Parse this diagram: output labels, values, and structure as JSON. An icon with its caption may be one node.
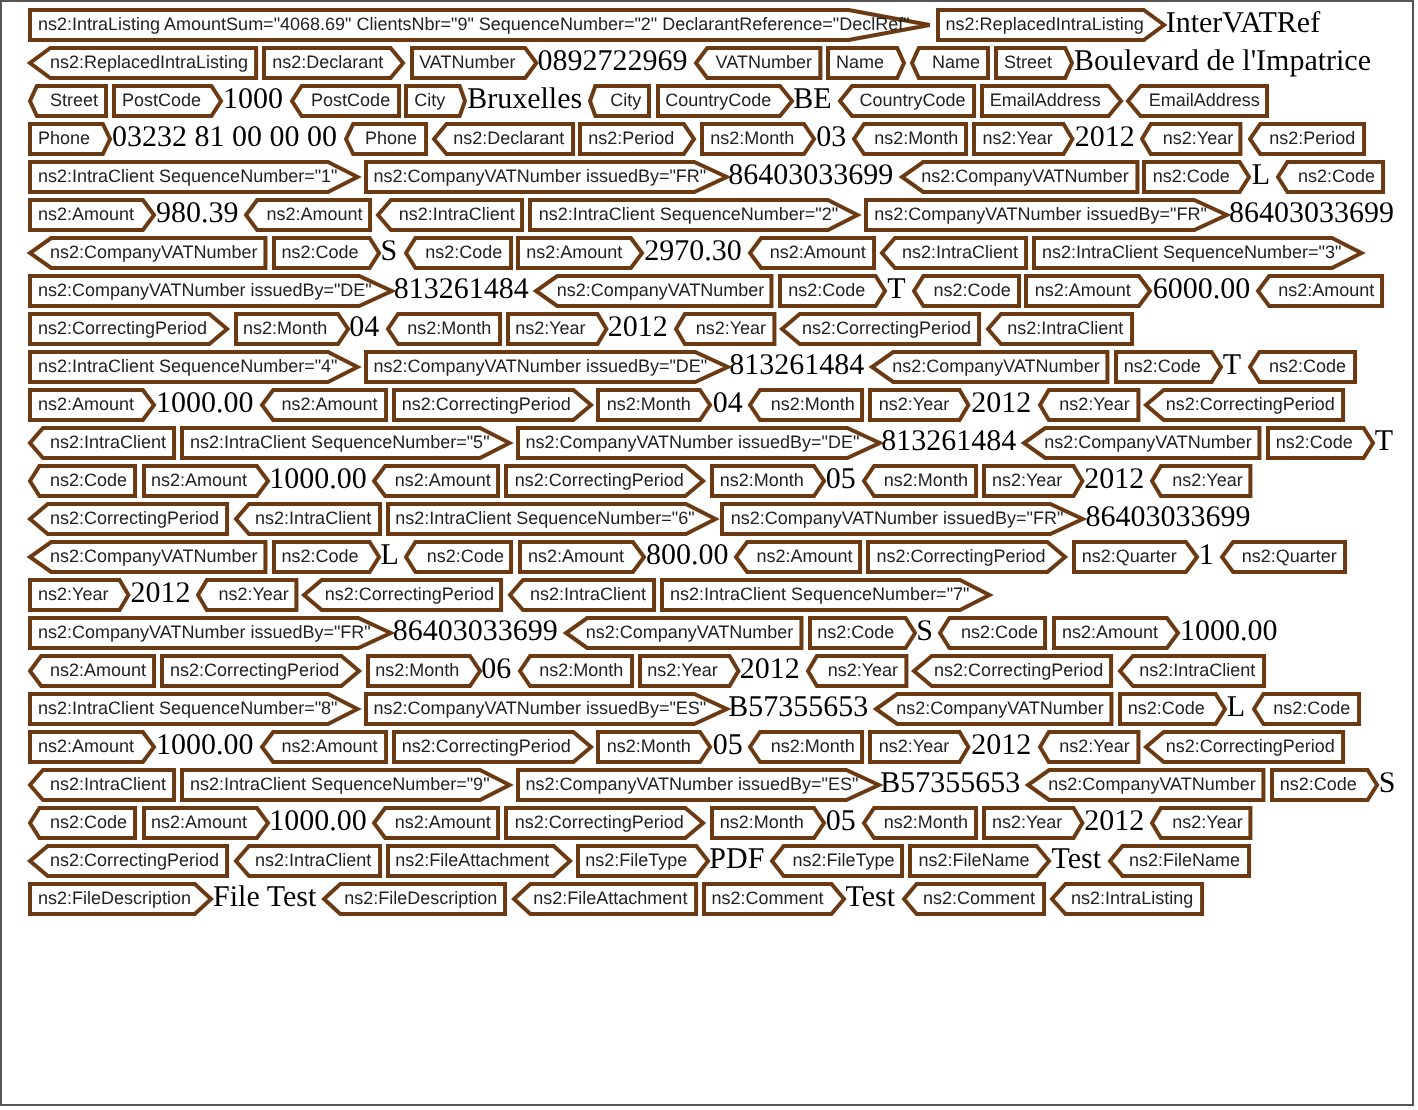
{
  "diagram": {
    "nodes": [
      {
        "text": [
          "ns2:IntraListing AmountSum=\"4068.69\" ClientsNbr=\"9\" SequenceNumber=\"2\" DeclarantReference=\"DeclRef\""
        ]
      },
      {
        "text": [
          "ns2:ReplacedIntraListing"
        ],
        "beside": [
          "InterVATRef"
        ]
      },
      {
        "text": [
          "ns2:ReplacedIntraListing"
        ]
      },
      {
        "text": [
          "ns2:Declarant"
        ]
      },
      {
        "text": [
          "VATNumber"
        ],
        "beside": [
          "0892722969"
        ]
      },
      {
        "text": [
          "VATNumber"
        ]
      },
      {
        "text": [
          "Name"
        ]
      },
      {
        "text": [
          "Name"
        ]
      },
      {
        "text": [
          "Street"
        ],
        "beside": [
          "Boulevard de l'Impatrice"
        ]
      },
      {
        "text": [
          "Street"
        ]
      },
      {
        "text": [
          "PostCode"
        ],
        "beside": [
          "1000"
        ]
      },
      {
        "text": [
          "PostCode"
        ]
      },
      {
        "text": [
          "City"
        ],
        "beside": [
          "Bruxelles"
        ]
      },
      {
        "text": [
          "City"
        ]
      },
      {
        "text": [
          "CountryCode"
        ],
        "beside": [
          "BE"
        ]
      },
      {
        "text": [
          "CountryCode"
        ]
      },
      {
        "text": [
          "EmailAddress"
        ]
      },
      {
        "text": [
          "EmailAddress"
        ]
      },
      {
        "text": [
          "Phone"
        ],
        "beside": [
          "03232 81 00 00 00"
        ]
      },
      {
        "text": [
          "Phone"
        ]
      },
      {
        "text": [
          "ns2:Declarant"
        ]
      },
      {
        "text": [
          "ns2:Period"
        ]
      },
      {
        "text": [
          "ns2:Month"
        ],
        "beside": [
          "03"
        ]
      },
      {
        "text": [
          "ns2:Month"
        ]
      },
      {
        "text": [
          "ns2:Year"
        ],
        "beside": [
          "2012"
        ]
      },
      {
        "text": [
          "ns2:Year"
        ]
      },
      {
        "text": [
          "ns2:Period"
        ]
      },
      {
        "text": [
          "ns2:IntraClient SequenceNumber=\"1\""
        ]
      },
      {
        "text": [
          "ns2:CompanyVATNumber issuedBy=\"FR\""
        ],
        "beside": [
          "86403033699"
        ]
      },
      {
        "text": [
          "ns2:CompanyVATNumber"
        ]
      },
      {
        "text": [
          "ns2:Code"
        ],
        "beside": [
          "L"
        ]
      },
      {
        "text": [
          "ns2:Code"
        ]
      },
      {
        "text": [
          "ns2:Amount"
        ],
        "beside": [
          "980.39"
        ]
      },
      {
        "text": [
          "ns2:Amount"
        ]
      },
      {
        "text": [
          "ns2:IntraClient"
        ]
      },
      {
        "text": [
          "ns2:IntraClient SequenceNumber=\"2\""
        ]
      },
      {
        "text": [
          "ns2:CompanyVATNumber issuedBy=\"FR\""
        ],
        "beside": [
          "86403033699"
        ]
      },
      {
        "text": [
          "ns2:CompanyVATNumber"
        ]
      },
      {
        "text": [
          "ns2:Code"
        ],
        "beside": [
          "S"
        ]
      },
      {
        "text": [
          "ns2:Code"
        ]
      },
      {
        "text": [
          "ns2:Amount"
        ],
        "beside": [
          "2970.30"
        ]
      },
      {
        "text": [
          "ns2:Amount"
        ]
      },
      {
        "text": [
          "ns2:IntraClient"
        ]
      },
      {
        "text": [
          "ns2:IntraClient SequenceNumber=\"3\""
        ]
      },
      {
        "text": [
          "ns2:CompanyVATNumber issuedBy=\"DE\""
        ],
        "beside": [
          "813261484"
        ]
      },
      {
        "text": [
          "ns2:CompanyVATNumber"
        ]
      },
      {
        "text": [
          "ns2:Code"
        ],
        "beside": [
          "T"
        ]
      },
      {
        "text": [
          "ns2:Code"
        ]
      },
      {
        "text": [
          "ns2:Amount"
        ],
        "beside": [
          "6000.00"
        ]
      },
      {
        "text": [
          "ns2:Amount"
        ]
      },
      {
        "text": [
          "ns2:CorrectingPeriod"
        ]
      },
      {
        "text": [
          "ns2:Month"
        ],
        "beside": [
          "04"
        ]
      },
      {
        "text": [
          "ns2:Month"
        ]
      },
      {
        "text": [
          "ns2:Year"
        ],
        "beside": [
          "2012"
        ]
      },
      {
        "text": [
          "ns2:Year"
        ]
      },
      {
        "text": [
          "ns2:CorrectingPeriod"
        ]
      },
      {
        "text": [
          "ns2:IntraClient"
        ]
      },
      {
        "text": [
          "ns2:IntraClient SequenceNumber=\"4\""
        ]
      },
      {
        "text": [
          "ns2:CompanyVATNumber issuedBy=\"DE\""
        ],
        "beside": [
          "813261484"
        ]
      },
      {
        "text": [
          "ns2:CompanyVATNumber"
        ]
      },
      {
        "text": [
          "ns2:Code"
        ],
        "beside": [
          "T"
        ]
      },
      {
        "text": [
          "ns2:Code"
        ]
      },
      {
        "text": [
          "ns2:Amount"
        ],
        "beside": [
          "1000.00"
        ]
      },
      {
        "text": [
          "ns2:Amount"
        ]
      },
      {
        "text": [
          "ns2:CorrectingPeriod"
        ]
      },
      {
        "text": [
          "ns2:Month"
        ],
        "beside": [
          "04"
        ]
      },
      {
        "text": [
          "ns2:Month"
        ]
      },
      {
        "text": [
          "ns2:Year"
        ],
        "beside": [
          "2012"
        ]
      },
      {
        "text": [
          "ns2:Year"
        ]
      },
      {
        "text": [
          "ns2:CorrectingPeriod"
        ]
      },
      {
        "text": [
          "ns2:IntraClient"
        ]
      },
      {
        "text": [
          "ns2:IntraClient SequenceNumber=\"5\""
        ]
      },
      {
        "text": [
          "ns2:CompanyVATNumber issuedBy=\"DE\""
        ],
        "beside": [
          "813261484"
        ]
      },
      {
        "text": [
          "ns2:CompanyVATNumber"
        ]
      },
      {
        "text": [
          "ns2:Code"
        ],
        "beside": [
          "T"
        ]
      },
      {
        "text": [
          "ns2:Code"
        ]
      },
      {
        "text": [
          "ns2:Amount"
        ],
        "beside": [
          "1000.00"
        ]
      },
      {
        "text": [
          "ns2:Amount"
        ]
      },
      {
        "text": [
          "ns2:CorrectingPeriod"
        ]
      },
      {
        "text": [
          "ns2:Month"
        ],
        "beside": [
          "05"
        ]
      },
      {
        "text": [
          "ns2:Month"
        ]
      },
      {
        "text": [
          "ns2:Year"
        ],
        "beside": [
          "2012"
        ]
      },
      {
        "text": [
          "ns2:Year"
        ]
      },
      {
        "text": [
          "ns2:CorrectingPeriod"
        ]
      },
      {
        "text": [
          "ns2:IntraClient"
        ]
      },
      {
        "text": [
          "ns2:IntraClient SequenceNumber=\"6\""
        ]
      },
      {
        "text": [
          "ns2:CompanyVATNumber issuedBy=\"FR\""
        ],
        "beside": [
          "86403033699"
        ]
      },
      {
        "text": [
          "ns2:CompanyVATNumber"
        ]
      },
      {
        "text": [
          "ns2:Code"
        ],
        "beside": [
          "L"
        ]
      },
      {
        "text": [
          "ns2:Code"
        ]
      },
      {
        "text": [
          "ns2:Amount"
        ],
        "beside": [
          "800.00"
        ]
      },
      {
        "text": [
          "ns2:Amount"
        ]
      },
      {
        "text": [
          "ns2:CorrectingPeriod"
        ]
      },
      {
        "text": [
          "ns2:Quarter"
        ],
        "beside": [
          "1"
        ]
      },
      {
        "text": [
          "ns2:Quarter"
        ]
      },
      {
        "text": [
          "ns2:Year"
        ],
        "beside": [
          "2012"
        ]
      },
      {
        "text": [
          "ns2:Year"
        ]
      },
      {
        "text": [
          "ns2:CorrectingPeriod"
        ]
      },
      {
        "text": [
          "ns2:IntraClient"
        ]
      },
      {
        "text": [
          "ns2:IntraClient SequenceNumber=\"7\""
        ]
      },
      {
        "text": [
          "ns2:CompanyVATNumber issuedBy=\"FR\""
        ],
        "beside": [
          "86403033699"
        ]
      },
      {
        "text": [
          "ns2:CompanyVATNumber"
        ]
      },
      {
        "text": [
          "ns2:Code"
        ],
        "beside": [
          "S"
        ]
      },
      {
        "text": [
          "ns2:Code"
        ]
      },
      {
        "text": [
          "ns2:Amount"
        ],
        "beside": [
          "1000.00"
        ]
      },
      {
        "text": [
          "ns2:Amount"
        ]
      },
      {
        "text": [
          "ns2:CorrectingPeriod"
        ]
      },
      {
        "text": [
          "ns2:Month"
        ],
        "beside": [
          "06"
        ]
      },
      {
        "text": [
          "ns2:Month"
        ]
      },
      {
        "text": [
          "ns2:Year"
        ],
        "beside": [
          "2012"
        ]
      },
      {
        "text": [
          "ns2:Year"
        ]
      },
      {
        "text": [
          "ns2:CorrectingPeriod"
        ]
      },
      {
        "text": [
          "ns2:IntraClient"
        ]
      },
      {
        "text": [
          "ns2:IntraClient SequenceNumber=\"8\""
        ]
      },
      {
        "text": [
          "ns2:CompanyVATNumber issuedBy=\"ES\""
        ],
        "beside": [
          "B57355653"
        ]
      },
      {
        "text": [
          "ns2:CompanyVATNumber"
        ]
      },
      {
        "text": [
          "ns2:Code"
        ],
        "beside": [
          "L"
        ]
      },
      {
        "text": [
          "ns2:Code"
        ]
      },
      {
        "text": [
          "ns2:Amount"
        ],
        "beside": [
          "1000.00"
        ]
      },
      {
        "text": [
          "ns2:Amount"
        ]
      },
      {
        "text": [
          "ns2:CorrectingPeriod"
        ]
      },
      {
        "text": [
          "ns2:Month"
        ],
        "beside": [
          "05"
        ]
      },
      {
        "text": [
          "ns2:Month"
        ]
      },
      {
        "text": [
          "ns2:Year"
        ],
        "beside": [
          "2012"
        ]
      },
      {
        "text": [
          "ns2:Year"
        ]
      },
      {
        "text": [
          "ns2:CorrectingPeriod"
        ]
      },
      {
        "text": [
          "ns2:IntraClient"
        ]
      },
      {
        "text": [
          "ns2:IntraClient SequenceNumber=\"9\""
        ]
      },
      {
        "text": [
          "ns2:CompanyVATNumber issuedBy=\"ES\""
        ],
        "beside": [
          "B57355653"
        ]
      },
      {
        "text": [
          "ns2:CompanyVATNumber"
        ]
      },
      {
        "text": [
          "ns2:Code"
        ],
        "beside": [
          "S"
        ]
      },
      {
        "text": [
          "ns2:Code"
        ]
      },
      {
        "text": [
          "ns2:Amount"
        ],
        "beside": [
          "1000.00"
        ]
      },
      {
        "text": [
          "ns2:Amount"
        ]
      },
      {
        "text": [
          "ns2:CorrectingPeriod"
        ]
      },
      {
        "text": [
          "ns2:Month"
        ],
        "beside": [
          "05"
        ]
      },
      {
        "text": [
          "ns2:Month"
        ]
      },
      {
        "text": [
          "ns2:Year"
        ],
        "beside": [
          "2012"
        ]
      },
      {
        "text": [
          "ns2:Year"
        ]
      },
      {
        "text": [
          "ns2:CorrectingPeriod"
        ]
      },
      {
        "text": [
          "ns2:IntraClient"
        ]
      },
      {
        "text": [
          "ns2:FileAttachment"
        ]
      },
      {
        "text": [
          "ns2:FileType"
        ],
        "beside": [
          "PDF"
        ]
      },
      {
        "text": [
          "ns2:FileType"
        ]
      },
      {
        "text": [
          "ns2:FileName"
        ],
        "beside": [
          "Test"
        ]
      },
      {
        "text": [
          "ns2:FileName"
        ]
      },
      {
        "text": [
          "ns2:FileDescription"
        ],
        "beside": [
          "File Test"
        ]
      },
      {
        "text": [
          "ns2:FileDescription"
        ]
      },
      {
        "text": [
          "ns2:FileAttachment"
        ]
      },
      {
        "text": [
          "ns2:Comment"
        ],
        "beside": [
          "Test"
        ]
      },
      {
        "text": [
          "ns2:Comment"
        ]
      },
      {
        "text": [
          "ns2:IntraListing"
        ]
      }
    ]
  }
}
